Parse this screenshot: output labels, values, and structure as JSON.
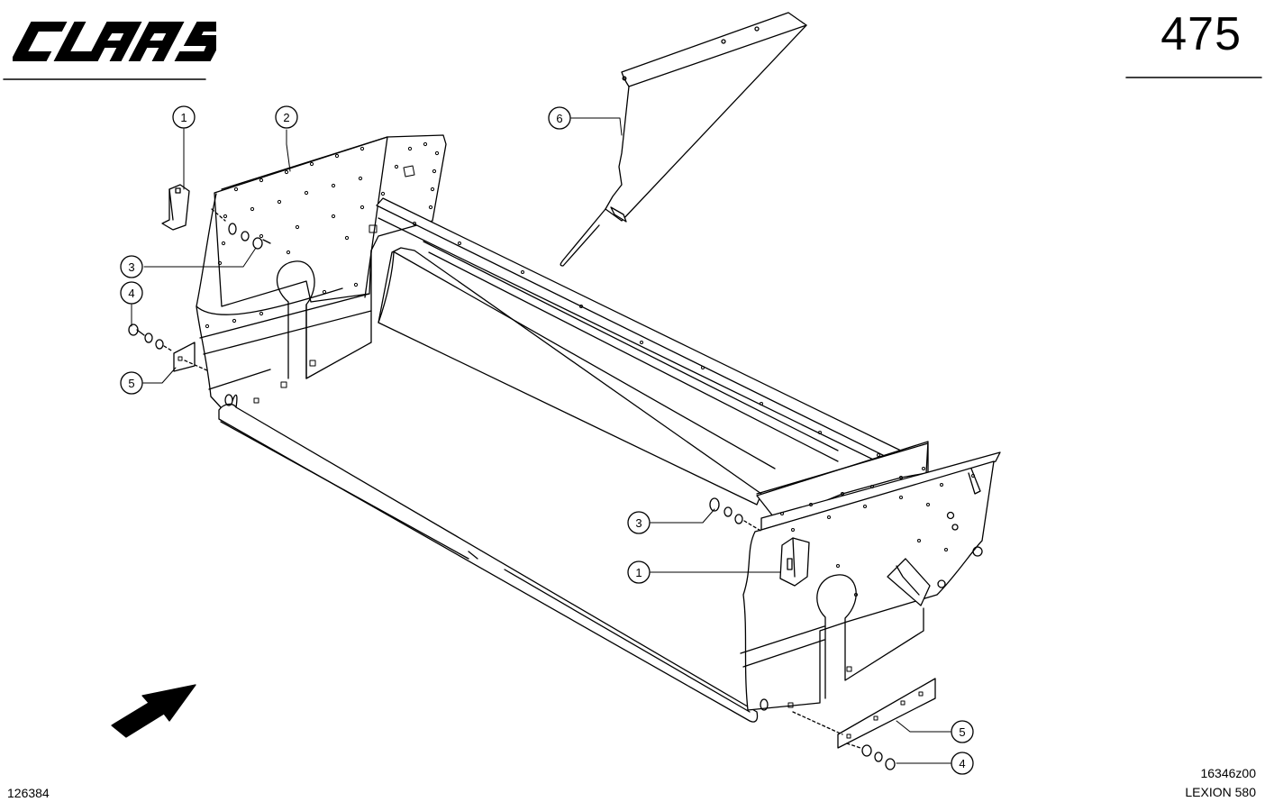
{
  "header": {
    "brand": "CLAAS",
    "page_number": "475"
  },
  "footer": {
    "sheet_id": "126384",
    "drawing_number": "16346z00",
    "model": "LEXION 580"
  },
  "colors": {
    "line": "#000000",
    "paper": "#ffffff"
  },
  "callouts": [
    "1",
    "2",
    "3",
    "4",
    "5",
    "6",
    "3",
    "1",
    "5",
    "4"
  ]
}
